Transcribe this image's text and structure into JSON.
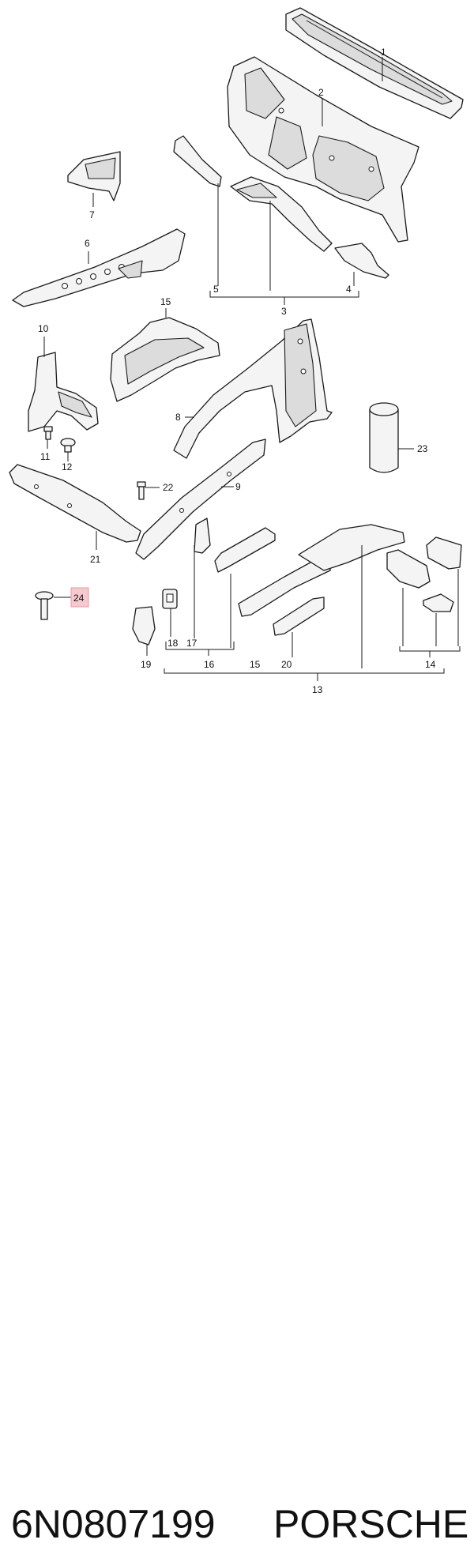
{
  "labels": {
    "l1": "1",
    "l2": "2",
    "l3": "3",
    "l4": "4",
    "l5": "5",
    "l6": "6",
    "l7": "7",
    "l8": "8",
    "l9": "9",
    "l10": "10",
    "l11": "11",
    "l12": "12",
    "l13": "13",
    "l14": "14",
    "l15": "15",
    "l16": "16",
    "l17": "17",
    "l18": "18",
    "l19": "19",
    "l20": "20",
    "l21": "21",
    "l22": "22",
    "l23": "23",
    "l24": "24",
    "l15b": "15"
  },
  "highlight_color": "#f6c9cf",
  "caption": {
    "part_number": "6N0807199",
    "brand": "PORSCHE"
  }
}
